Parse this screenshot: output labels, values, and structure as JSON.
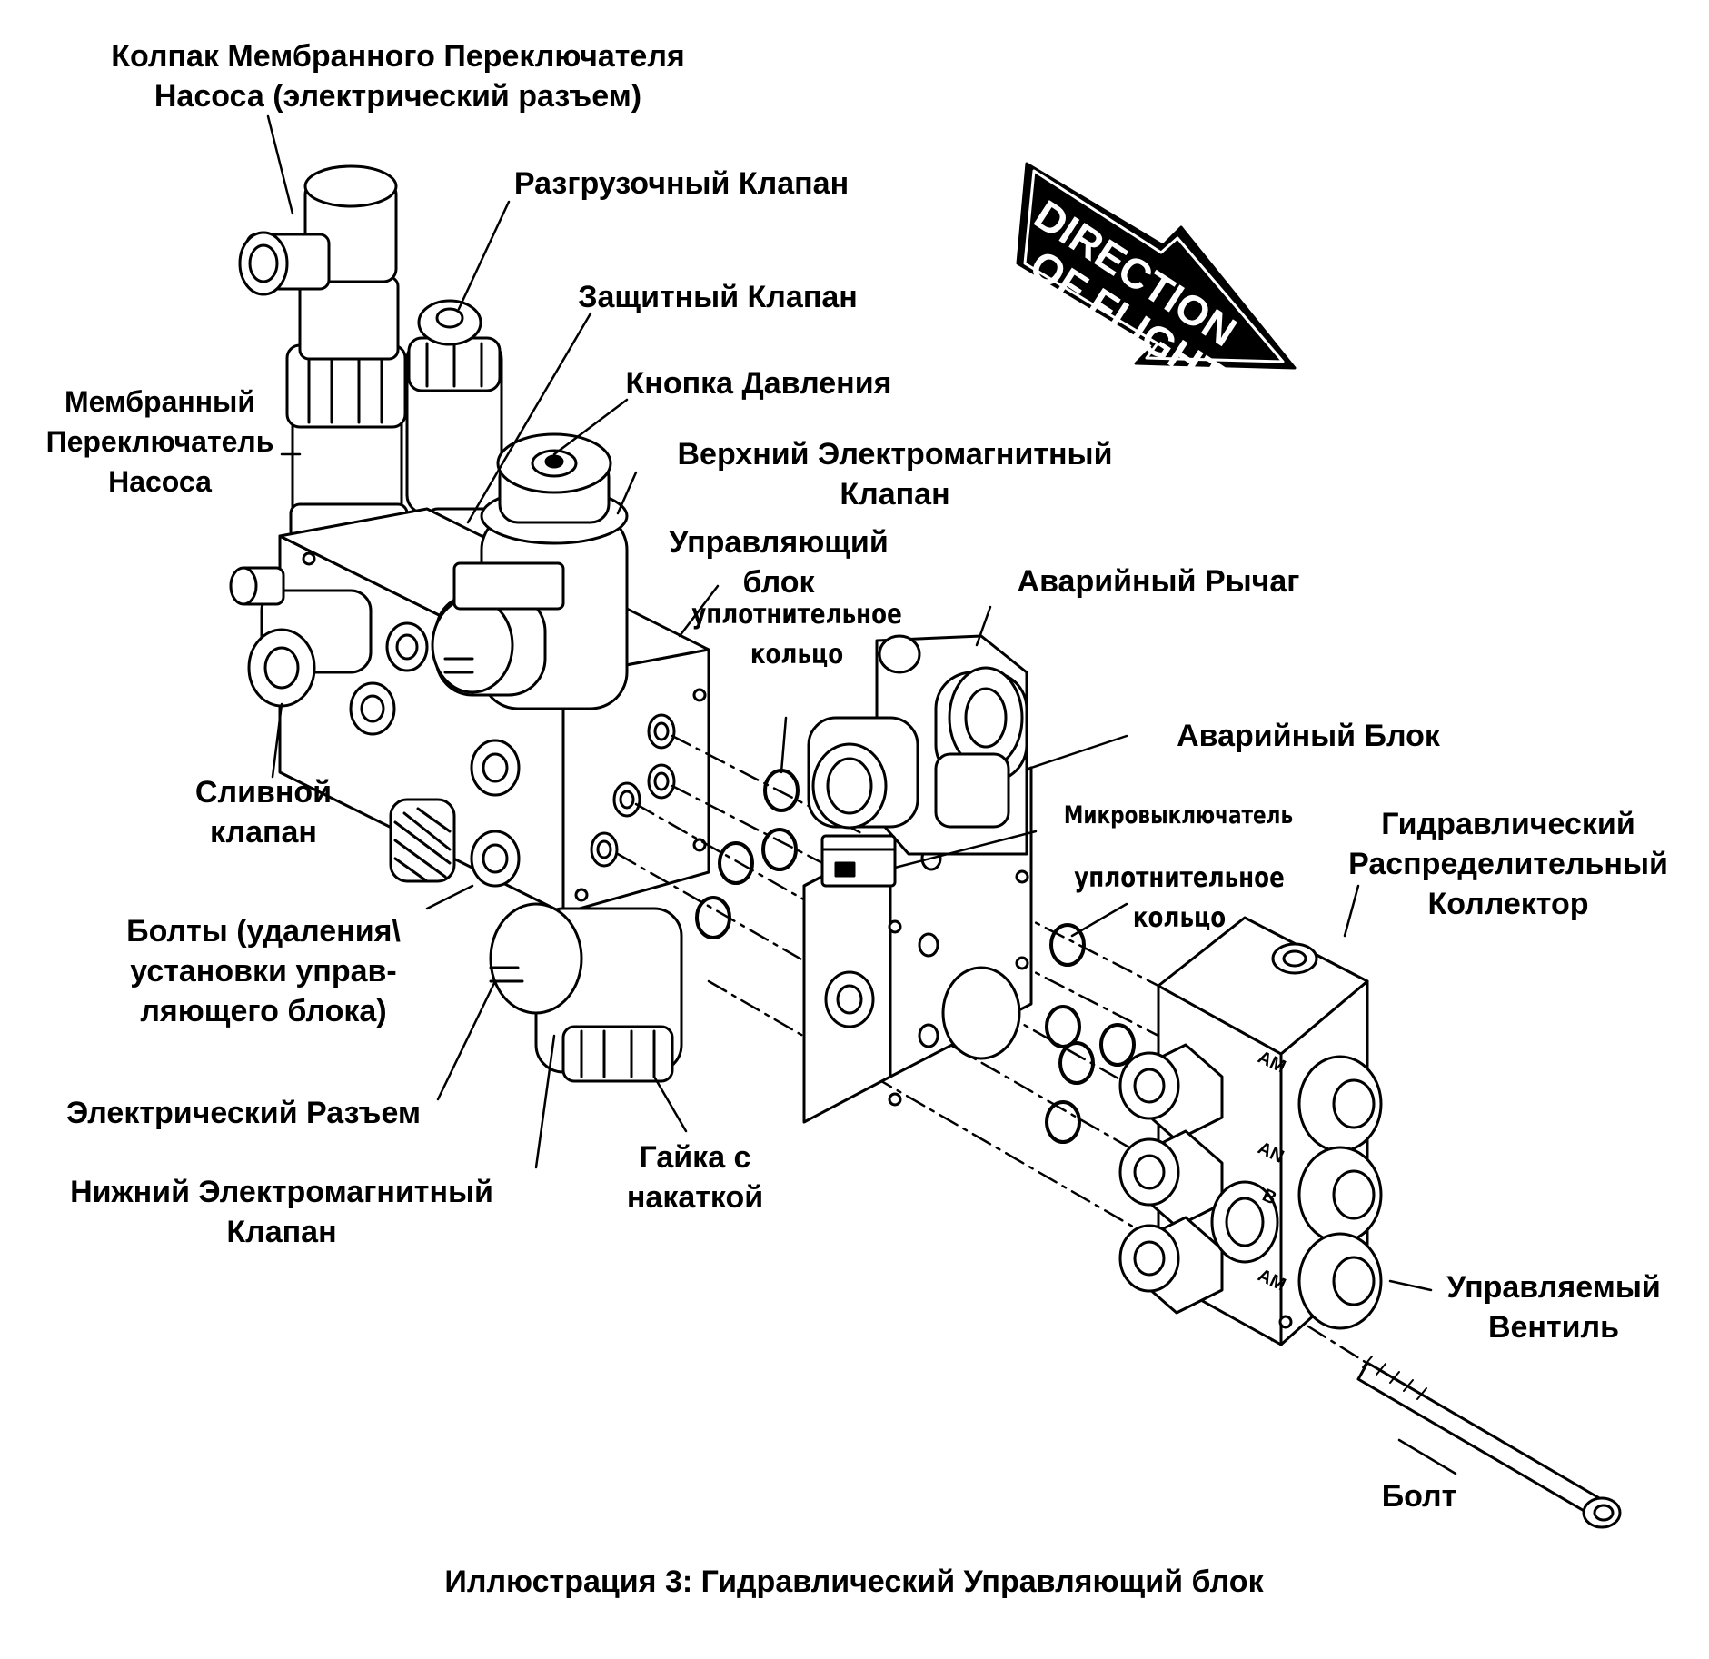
{
  "caption": "Иллюстрация 3: Гидравлический Управляющий блок",
  "direction_badge": {
    "line1": "DIRECTION",
    "line2": "OF FLIGHT"
  },
  "port_marks": {
    "am_top": "AM",
    "an": "AN",
    "b": "B",
    "am_bottom": "AM"
  },
  "labels": {
    "cap_switch": [
      "Колпак Мембранного Переключателя",
      "Насоса (электрический разъем)"
    ],
    "relief_valve": [
      "Разгрузочный Клапан"
    ],
    "safety_valve": [
      "Защитный Клапан"
    ],
    "pressure_button": [
      "Кнопка Давления"
    ],
    "upper_solenoid": [
      "Верхний Электромагнитный",
      "Клапан"
    ],
    "membrane_switch": [
      "Мембранный",
      "Переключатель",
      "Насоса"
    ],
    "control_block": [
      "Управляющий",
      "блок"
    ],
    "oring_1": [
      "уплотнительное",
      "кольцо"
    ],
    "emergency_lever": [
      "Аварийный Рычаг"
    ],
    "emergency_block": [
      "Аварийный Блок"
    ],
    "microswitch": [
      "Микровыключатель"
    ],
    "hydraulic_manifold": [
      "Гидравлический",
      "Распределительный",
      "Коллектор"
    ],
    "oring_2": [
      "уплотнительное",
      "кольцо"
    ],
    "drain_valve": [
      "Сливной",
      "клапан"
    ],
    "bolts_control_block": [
      "Болты (удаления\\",
      "установки управ-",
      "ляющего блока)"
    ],
    "electrical_connector": [
      "Электрический Разъем"
    ],
    "lower_solenoid": [
      "Нижний Электромагнитный",
      "Клапан"
    ],
    "knurled_nut": [
      "Гайка с",
      "накаткой"
    ],
    "controlled_valve": [
      "Управляемый",
      "Вентиль"
    ],
    "bolt": [
      "Болт"
    ]
  }
}
